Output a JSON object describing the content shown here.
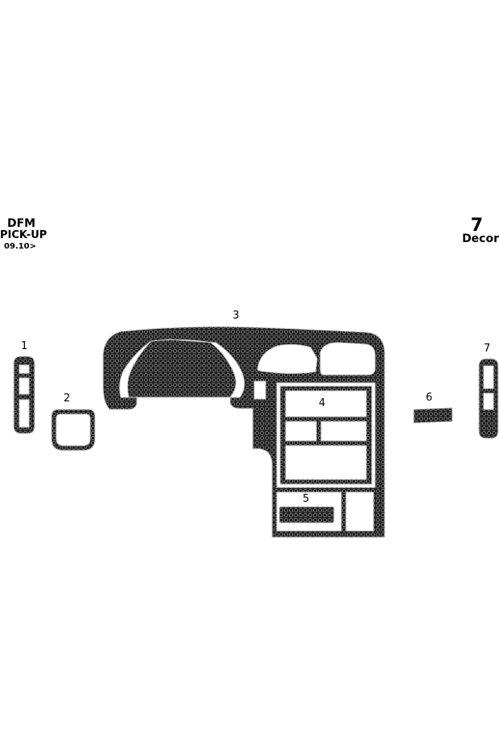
{
  "header": {
    "make": "DFM",
    "model": "PICK-UP",
    "date": "09.10>"
  },
  "kit": {
    "count": "7",
    "label": "Decor"
  },
  "parts": [
    {
      "number": "1"
    },
    {
      "number": "2"
    },
    {
      "number": "3"
    },
    {
      "number": "4"
    },
    {
      "number": "5"
    },
    {
      "number": "6"
    },
    {
      "number": "7"
    }
  ],
  "colors": {
    "carbon_dark": "#1f1f1f",
    "carbon_light": "#6e6e6e",
    "outline": "#cfcfcf",
    "background": "#ffffff"
  }
}
